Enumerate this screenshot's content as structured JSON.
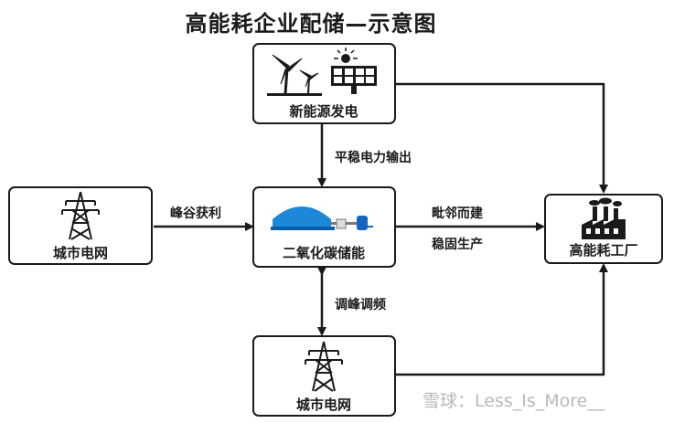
{
  "title": "高能耗企业配储—示意图",
  "nodes": {
    "renewable": {
      "label": "新能源发电"
    },
    "grid_left": {
      "label": "城市电网"
    },
    "storage": {
      "label": "二氧化碳储能"
    },
    "factory": {
      "label": "高能耗工厂"
    },
    "grid_bottom": {
      "label": "城市电网"
    }
  },
  "edges": {
    "renewable_to_storage": "平稳电力输出",
    "grid_to_storage": "峰谷获利",
    "storage_to_factory_top": "毗邻而建",
    "storage_to_factory_bottom": "稳固生产",
    "storage_grid_bidirectional": "调峰调频"
  },
  "watermark": "雪球：Less_Is_More__",
  "colors": {
    "line": "#1a1a1a",
    "dome": "#1e88d8",
    "tank": "#1565c0"
  }
}
